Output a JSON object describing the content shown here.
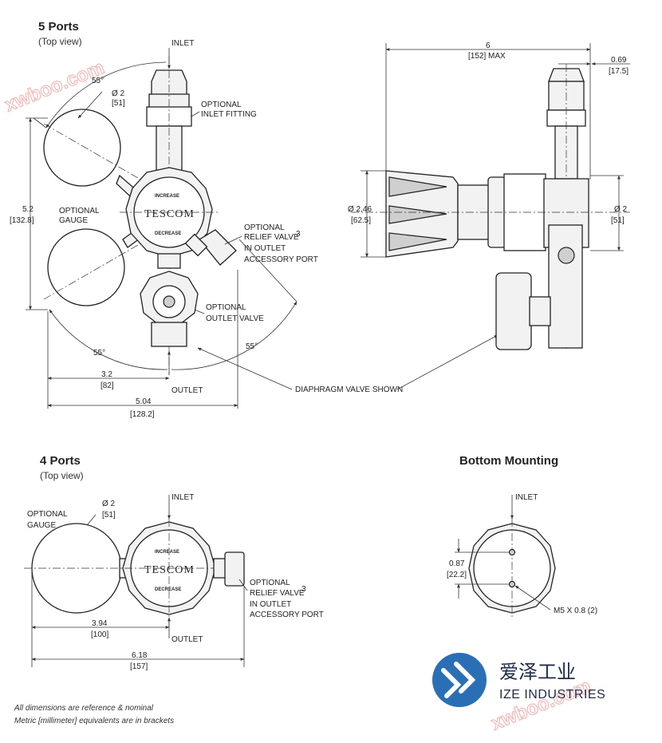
{
  "watermark": "xwboo.com",
  "five_ports": {
    "title": "5 Ports",
    "subtitle": "(Top view)",
    "inlet": "INLET",
    "outlet": "OUTLET",
    "angle_top": "55°",
    "angle_left": "55°",
    "angle_right": "55°",
    "gauge_dia": "Ø 2",
    "gauge_dia_mm": "[51]",
    "height": "5.2",
    "height_mm": "[132.8]",
    "optional_gauge_1": "OPTIONAL",
    "optional_gauge_2": "GAUGE",
    "inlet_fitting_1": "OPTIONAL",
    "inlet_fitting_2": "INLET FITTING",
    "relief_1": "OPTIONAL",
    "relief_2": "RELIEF VALVE",
    "relief_sup": "3",
    "relief_3": "IN OUTLET",
    "relief_4": "ACCESSORY PORT",
    "outlet_valve_1": "OPTIONAL",
    "outlet_valve_2": "OUTLET VALVE",
    "width_a": "3.2",
    "width_a_mm": "[82]",
    "width_b": "5.04",
    "width_b_mm": "[128.2]",
    "diaphragm_note": "DIAPHRAGM VALVE SHOWN",
    "brand": "TESCOM",
    "increase": "INCREASE",
    "decrease": "DECREASE"
  },
  "side_view": {
    "length": "6",
    "length_mm": "[152] MAX",
    "offset": "0.69",
    "offset_mm": "[17.5]",
    "knob_dia": "Ø 2.46",
    "knob_dia_mm": "[62.5]",
    "body_dia": "Ø 2",
    "body_dia_mm": "[51]"
  },
  "four_ports": {
    "title": "4 Ports",
    "subtitle": "(Top view)",
    "inlet": "INLET",
    "outlet": "OUTLET",
    "optional_gauge_1": "OPTIONAL",
    "optional_gauge_2": "GAUGE",
    "gauge_dia": "Ø 2",
    "gauge_dia_mm": "[51]",
    "relief_1": "OPTIONAL",
    "relief_2": "RELIEF VALVE",
    "relief_sup": "3",
    "relief_3": "IN OUTLET",
    "relief_4": "ACCESSORY PORT",
    "width_a": "3.94",
    "width_a_mm": "[100]",
    "width_b": "6.18",
    "width_b_mm": "[157]",
    "brand": "TESCOM",
    "increase": "INCREASE",
    "decrease": "DECREASE"
  },
  "bottom_mounting": {
    "title": "Bottom Mounting",
    "inlet": "INLET",
    "spacing": "0.87",
    "spacing_mm": "[22.2]",
    "thread": "M5 X 0.8 (2)"
  },
  "footnote_1": "All dimensions are reference & nominal",
  "footnote_2": "Metric [millimeter] equivalents are in brackets",
  "logo": {
    "cn": "爱泽工业",
    "en": "IZE INDUSTRIES",
    "primary_color": "#2a6fb5",
    "text_color": "#1e2b4a"
  }
}
